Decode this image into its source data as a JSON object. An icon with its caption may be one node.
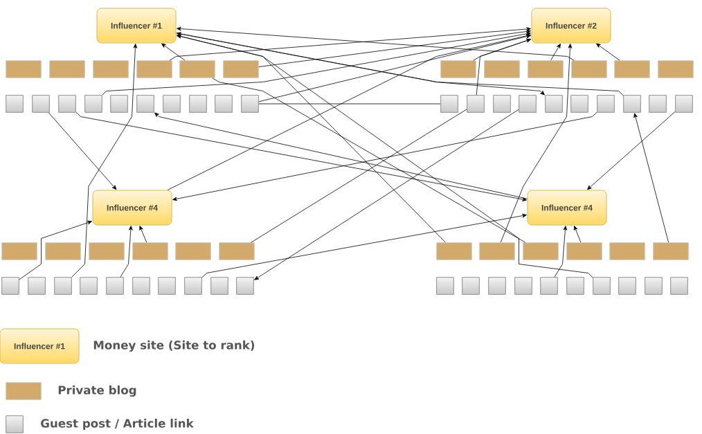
{
  "diagram": {
    "nodes": [
      {
        "text": [
          "Influencer #1"
        ]
      },
      {
        "text": [
          "Influencer #2"
        ]
      },
      {
        "text": [],
        "shape": "bar"
      },
      {
        "text": [],
        "shape": "bar"
      },
      {
        "text": [],
        "shape": "bar"
      },
      {
        "text": [],
        "shape": "bar"
      },
      {
        "text": [],
        "shape": "bar"
      },
      {
        "text": [],
        "shape": "bar"
      },
      {
        "text": [],
        "shape": "bar"
      },
      {
        "text": [],
        "shape": "bar"
      },
      {
        "text": [],
        "shape": "bar"
      },
      {
        "text": [],
        "shape": "bar"
      },
      {
        "text": [],
        "shape": "bar"
      },
      {
        "text": [],
        "shape": "bar"
      },
      {
        "text": [],
        "shape": "box"
      },
      {
        "text": [],
        "shape": "box"
      },
      {
        "text": [],
        "shape": "box"
      },
      {
        "text": [],
        "shape": "box"
      },
      {
        "text": [],
        "shape": "box"
      },
      {
        "text": [],
        "shape": "box"
      },
      {
        "text": [],
        "shape": "box"
      },
      {
        "text": [],
        "shape": "box"
      },
      {
        "text": [],
        "shape": "box"
      },
      {
        "text": [],
        "shape": "box"
      },
      {
        "text": [],
        "shape": "box"
      },
      {
        "text": [],
        "shape": "box"
      },
      {
        "text": [],
        "shape": "box"
      },
      {
        "text": [],
        "shape": "box"
      },
      {
        "text": [],
        "shape": "box"
      },
      {
        "text": [],
        "shape": "box"
      },
      {
        "text": [],
        "shape": "box"
      },
      {
        "text": [],
        "shape": "box"
      },
      {
        "text": [],
        "shape": "box"
      },
      {
        "text": [],
        "shape": "box"
      },
      {
        "text": [
          "Influencer #4"
        ]
      },
      {
        "text": [
          "Influencer #4"
        ]
      },
      {
        "text": [],
        "shape": "bar"
      },
      {
        "text": [],
        "shape": "bar"
      },
      {
        "text": [],
        "shape": "bar"
      },
      {
        "text": [],
        "shape": "bar"
      },
      {
        "text": [],
        "shape": "bar"
      },
      {
        "text": [],
        "shape": "bar"
      },
      {
        "text": [],
        "shape": "bar"
      },
      {
        "text": [],
        "shape": "bar"
      },
      {
        "text": [],
        "shape": "bar"
      },
      {
        "text": [],
        "shape": "bar"
      },
      {
        "text": [],
        "shape": "bar"
      },
      {
        "text": [],
        "shape": "bar"
      },
      {
        "text": [],
        "shape": "box"
      },
      {
        "text": [],
        "shape": "box"
      },
      {
        "text": [],
        "shape": "box"
      },
      {
        "text": [],
        "shape": "box"
      },
      {
        "text": [],
        "shape": "box"
      },
      {
        "text": [],
        "shape": "box"
      },
      {
        "text": [],
        "shape": "box"
      },
      {
        "text": [],
        "shape": "box"
      },
      {
        "text": [],
        "shape": "box"
      },
      {
        "text": [],
        "shape": "box"
      },
      {
        "text": [],
        "shape": "box"
      },
      {
        "text": [],
        "shape": "box"
      },
      {
        "text": [],
        "shape": "box"
      },
      {
        "text": [],
        "shape": "box"
      },
      {
        "text": [],
        "shape": "box"
      },
      {
        "text": [],
        "shape": "box"
      },
      {
        "text": [],
        "shape": "box"
      },
      {
        "text": [],
        "shape": "box"
      },
      {
        "text": [],
        "shape": "box"
      },
      {
        "text": [],
        "shape": "box"
      }
    ],
    "edges": [
      {
        "from": 50,
        "to": 0,
        "arrow": "to"
      },
      {
        "from": 6,
        "to": 0,
        "arrow": "to"
      },
      {
        "from": 42,
        "to": 0,
        "arrow": "to"
      },
      {
        "from": 11,
        "to": 0,
        "arrow": "to"
      },
      {
        "from": 31,
        "to": 0,
        "arrow": "to"
      },
      {
        "from": 64,
        "to": 0,
        "arrow": "to"
      },
      {
        "from": 0,
        "to": 28,
        "arrow": "to"
      },
      {
        "from": 5,
        "to": 1,
        "arrow": "to"
      },
      {
        "from": 7,
        "to": 1,
        "arrow": "to"
      },
      {
        "from": 17,
        "to": 1,
        "arrow": "to"
      },
      {
        "from": 23,
        "to": 1,
        "arrow": "to"
      },
      {
        "from": 8,
        "to": 1,
        "arrow": "to"
      },
      {
        "from": 25,
        "to": 1,
        "arrow": "to"
      },
      {
        "from": 10,
        "to": 1,
        "arrow": "to"
      },
      {
        "from": 12,
        "to": 1,
        "arrow": "to"
      },
      {
        "from": 43,
        "to": 1,
        "arrow": "to"
      },
      {
        "from": 34,
        "to": 1,
        "arrow": "to"
      },
      {
        "from": 15,
        "to": 34,
        "arrow": "to"
      },
      {
        "from": 30,
        "to": 34,
        "arrow": "to"
      },
      {
        "from": 48,
        "to": 34,
        "arrow": "to"
      },
      {
        "from": 52,
        "to": 34,
        "arrow": "to"
      },
      {
        "from": 39,
        "to": 34,
        "arrow": "to"
      },
      {
        "from": 33,
        "to": 35,
        "arrow": "to"
      },
      {
        "from": 35,
        "to": 19,
        "arrow": "to"
      },
      {
        "from": 16,
        "to": 35,
        "arrow": "to"
      },
      {
        "from": 55,
        "to": 35,
        "arrow": "to"
      },
      {
        "from": 62,
        "to": 35,
        "arrow": "to"
      },
      {
        "from": 45,
        "to": 35,
        "arrow": "to"
      },
      {
        "from": 47,
        "to": 31,
        "arrow": "to"
      },
      {
        "from": 27,
        "to": 57,
        "arrow": "to"
      },
      {
        "from": 41,
        "to": 25,
        "arrow": "none"
      },
      {
        "from": 24,
        "to": 23,
        "arrow": "none"
      },
      {
        "from": 6,
        "to": 44,
        "arrow": "none"
      }
    ],
    "labels": [
      "Influencer #1"
    ],
    "legend": [
      {
        "text": "Money site (Site to rank)",
        "color": "#ffd966"
      },
      {
        "text": "Private blog",
        "color": "#d2aa6c"
      },
      {
        "text": "Guest post / Article link",
        "color": "#c8c8c8"
      }
    ]
  }
}
